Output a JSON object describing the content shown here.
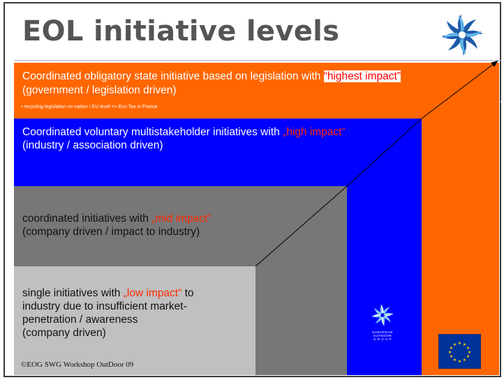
{
  "slide": {
    "title": "EOL initiative levels",
    "logo_icon": "eog-pinwheel-icon",
    "copyright": "©EOG SWG Workshop OutDoor 09"
  },
  "levels": [
    {
      "id": "highest",
      "color": "#ff6600",
      "line1_pre": "Coordinated obligatory state initiative based on legislation with ",
      "impact": "“highest impact”",
      "line2": "(government / legislation driven)",
      "note": "• recycling legislation on nation / EU level => Eco Tax in France"
    },
    {
      "id": "high",
      "color": "#0000ff",
      "line1_pre": "Coordinated voluntary multistakeholder initiatives with ",
      "impact": "„high impact“",
      "line2": "(industry / association driven)"
    },
    {
      "id": "mid",
      "color": "#777777",
      "line1_pre": "coordinated initiatives with ",
      "impact": "„mid impact“",
      "line2": "(company driven / impact to industry)"
    },
    {
      "id": "low",
      "color": "#c0c0c0",
      "line1_pre": "single initiatives with ",
      "impact": "„low impact“",
      "line1_post": " to",
      "line2": "industry due to insufficient market-",
      "line3": "penetration / awareness",
      "line4": "(company driven)"
    }
  ],
  "eog_logo": {
    "icon": "eog-pinwheel-icon",
    "text_lines": [
      "EUROPEAN",
      "OUTDOOR",
      "G R O U P"
    ]
  },
  "eu_flag": {
    "icon": "eu-flag-icon",
    "star_color": "#ffcc00"
  },
  "colors": {
    "title": "#555555",
    "impact_red": "#ff2a00",
    "arrow": "#000000"
  }
}
